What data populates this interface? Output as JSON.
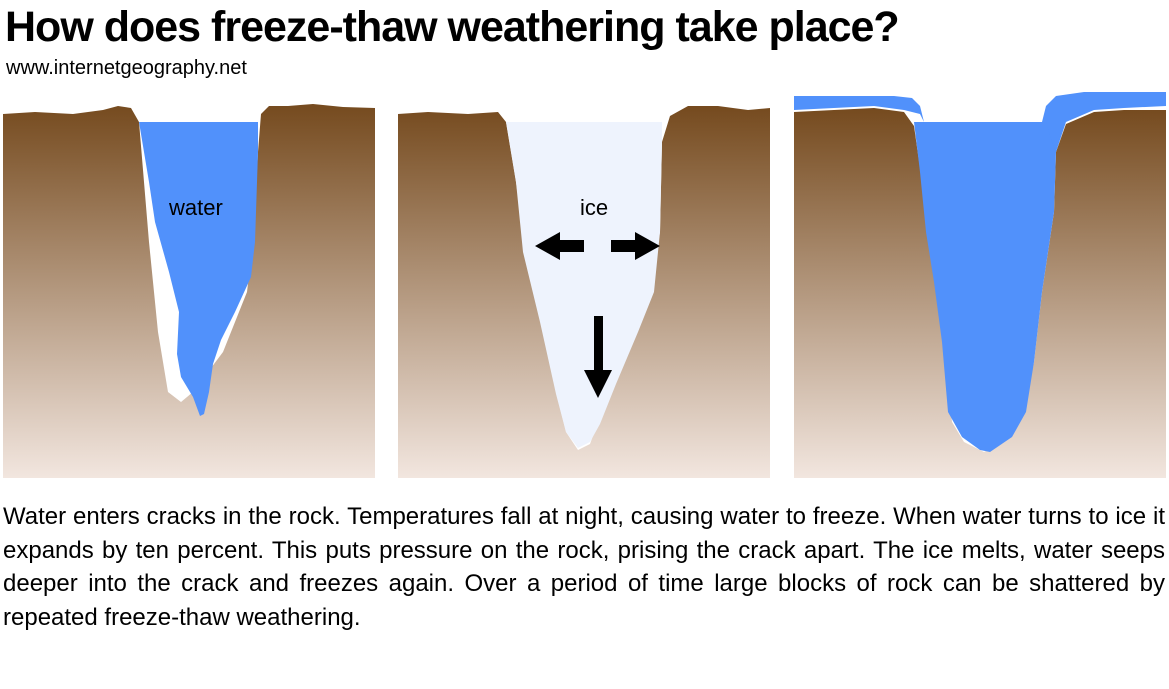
{
  "title": "How does freeze-thaw weathering take place?",
  "subtitle": "www.internetgeography.net",
  "panels": {
    "water_label": "water",
    "ice_label": "ice"
  },
  "colors": {
    "rock_top": "#754a1e",
    "rock_bottom": "#f2e6df",
    "water": "#5191fb",
    "ice": "#eef3fd",
    "arrow": "#000000"
  },
  "caption": "Water enters cracks in the rock. Temperatures fall at night, causing water to freeze. When water turns to ice it expands by ten percent. This puts pressure on the rock, prising the crack apart. The ice melts, water seeps deeper into the crack and freezes again. Over a period of time large blocks of rock can be shattered by repeated freeze-thaw weathering."
}
